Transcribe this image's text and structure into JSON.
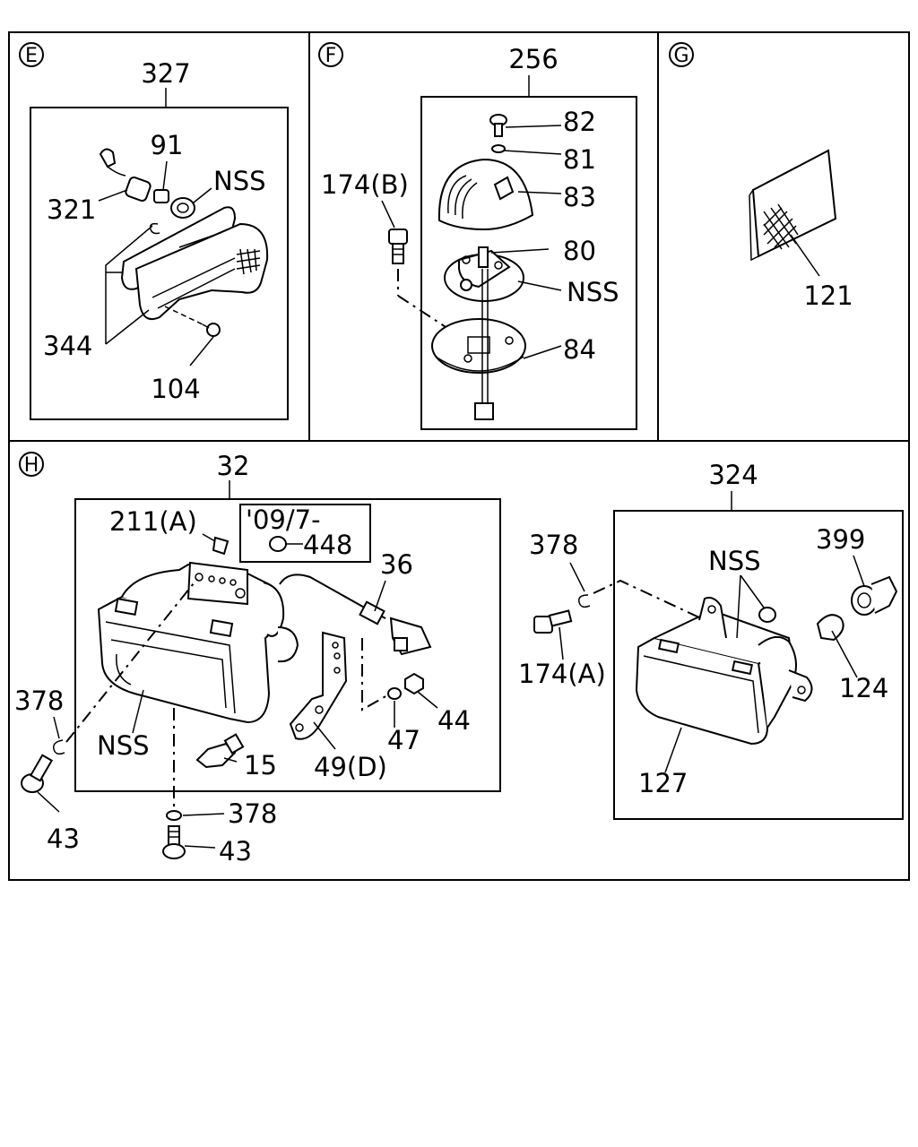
{
  "sections": {
    "E": {
      "badge": "E",
      "assembly": "327",
      "labels": {
        "p91": "91",
        "pNSS": "NSS",
        "p321": "321",
        "p344": "344",
        "p104": "104"
      }
    },
    "F": {
      "badge": "F",
      "assembly": "256",
      "labels": {
        "p174b": "174(B)",
        "p82": "82",
        "p81": "81",
        "p83": "83",
        "p80": "80",
        "pNSS": "NSS",
        "p84": "84"
      }
    },
    "G": {
      "badge": "G",
      "labels": {
        "p121": "121"
      }
    },
    "H": {
      "badge": "H",
      "assembly_left": "32",
      "assembly_right": "324",
      "note_date": "'09/7-",
      "labels": {
        "p211a": "211(A)",
        "p448": "448",
        "p36": "36",
        "p378a": "378",
        "pNSS1": "NSS",
        "p15": "15",
        "p47": "47",
        "p44": "44",
        "p49d": "49(D)",
        "p43a": "43",
        "p378b": "378",
        "p43b": "43",
        "p378c": "378",
        "p174a": "174(A)",
        "pNSS2": "NSS",
        "p399": "399",
        "p124": "124",
        "p127": "127"
      }
    }
  }
}
